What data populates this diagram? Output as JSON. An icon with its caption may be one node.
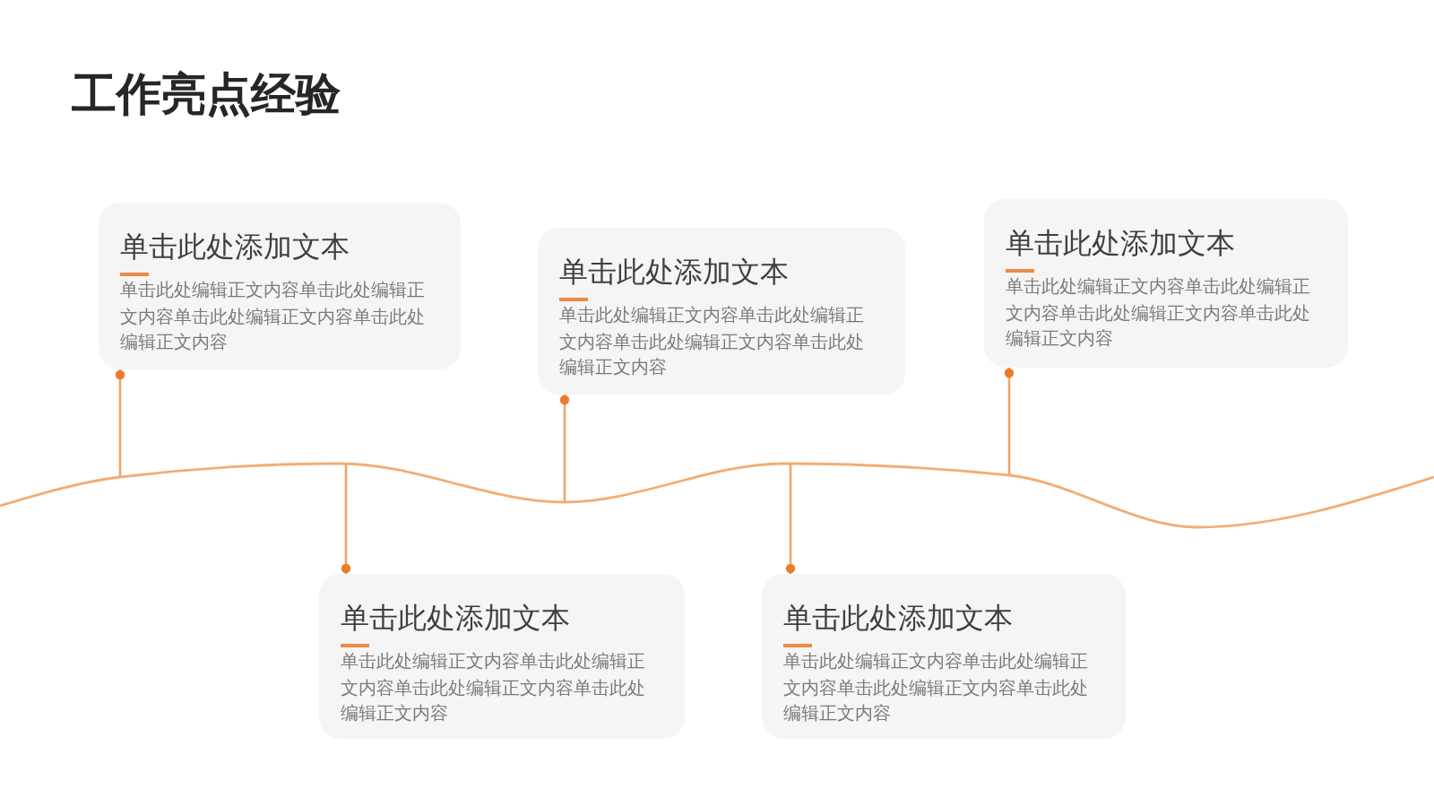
{
  "diagram": {
    "title": "工作亮点经验",
    "nodes": [
      {
        "text": [
          "单击此处添加文本",
          "单击此处编辑正文内容单击此处编辑正文内容单击此处编辑正文内容单击此处编辑正文内容"
        ]
      },
      {
        "text": [
          "单击此处添加文本",
          "单击此处编辑正文内容单击此处编辑正文内容单击此处编辑正文内容单击此处编辑正文内容"
        ]
      },
      {
        "text": [
          "单击此处添加文本",
          "单击此处编辑正文内容单击此处编辑正文内容单击此处编辑正文内容单击此处编辑正文内容"
        ]
      },
      {
        "text": [
          "单击此处添加文本",
          "单击此处编辑正文内容单击此处编辑正文内容单击此处编辑正文内容单击此处编辑正文内容"
        ]
      },
      {
        "text": [
          "单击此处添加文本",
          "单击此处编辑正文内容单击此处编辑正文内容单击此处编辑正文内容单击此处编辑正文内容"
        ]
      },
      {
        "text": [],
        "shape": "wave"
      }
    ],
    "edges": [
      {
        "from": 0,
        "to": 5,
        "arrow": "other"
      },
      {
        "from": 1,
        "to": 5,
        "arrow": "other"
      },
      {
        "from": 2,
        "to": 5,
        "arrow": "other"
      },
      {
        "from": 3,
        "to": 5,
        "arrow": "other"
      },
      {
        "from": 4,
        "to": 5,
        "arrow": "other"
      }
    ]
  }
}
